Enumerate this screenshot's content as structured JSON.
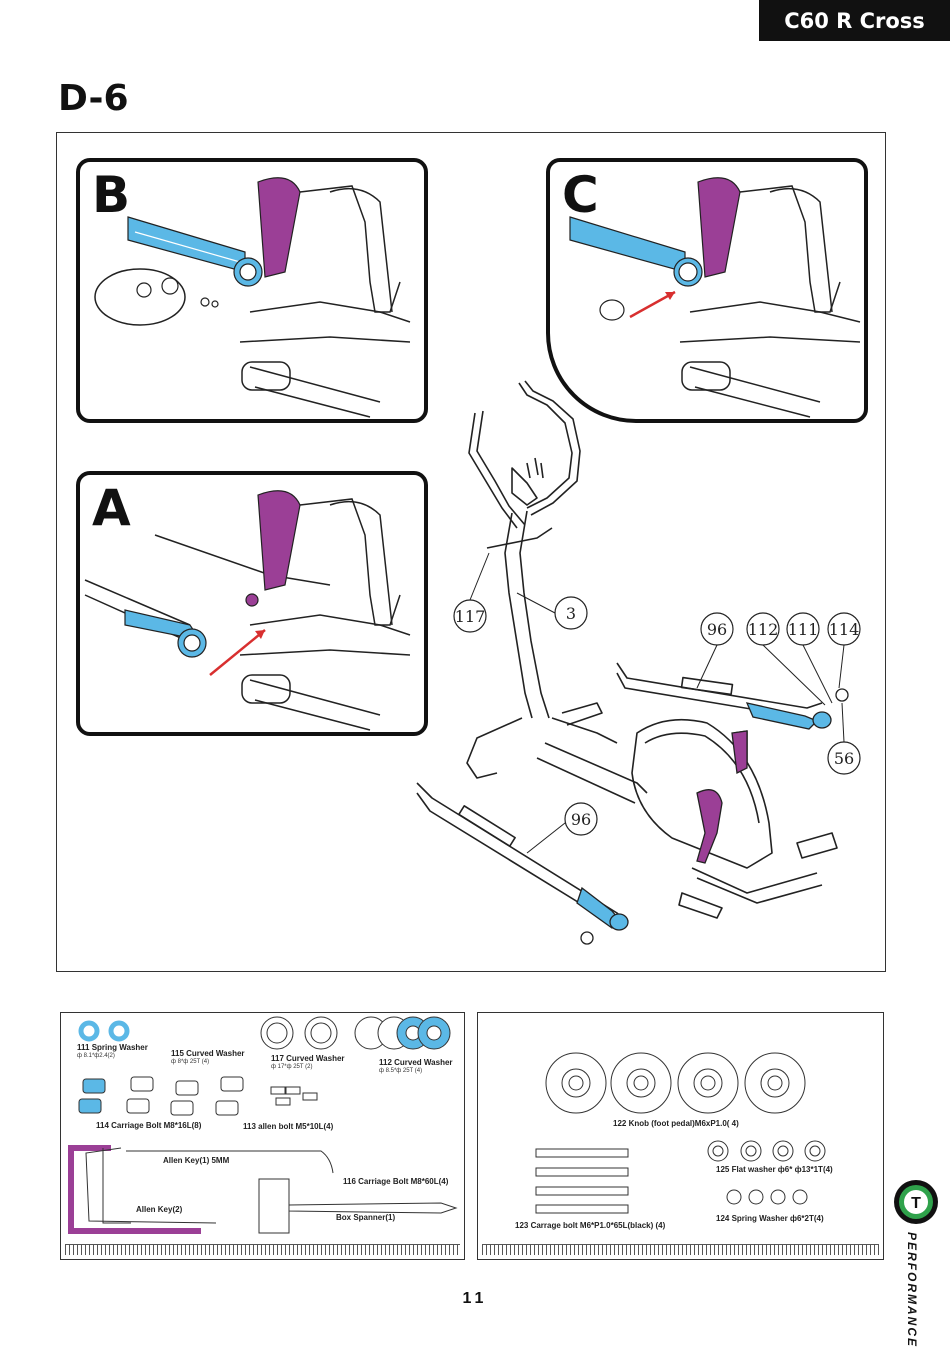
{
  "header": {
    "model": "C60 R Cross",
    "step": "D-6"
  },
  "insets": {
    "b_label": "B",
    "c_label": "C",
    "a_label": "A"
  },
  "callouts": {
    "c117": "117",
    "c3": "3",
    "c96_top": "96",
    "c112": "112",
    "c111": "111",
    "c114": "114",
    "c56": "56",
    "c96_bottom": "96"
  },
  "parts_left": {
    "p111": "111 Spring Washer",
    "p111_spec": "ф 8.1*ф2.4(2)",
    "p115": "115 Curved Washer",
    "p115_spec": "ф 8*ф 25T (4)",
    "p117": "117 Curved Washer",
    "p117_spec": "ф 17*ф 25T (2)",
    "p112": "112 Curved Washer",
    "p112_spec": "ф 8.5*ф 25T (4)",
    "p114": "114 Carriage Bolt  M8*16L(8)",
    "p113": "113 allen bolt  M5*10L(4)",
    "allen_key_5": "Allen Key(1) 5MM",
    "p116": "116 Carriage Bolt  M8*60L(4)",
    "allen_key": "Allen Key(2)",
    "box_spanner": "Box Spanner(1)"
  },
  "parts_right": {
    "p122": "122 Knob (foot pedal)M6xP1.0( 4)",
    "p125": "125 Flat washer  ф6* ф13*1T(4)",
    "p124": "124 Spring Washer  ф6*2T(4)",
    "p123": "123 Carrage bolt M6*P1.0*65L(black) (4)"
  },
  "footer": {
    "page": "11",
    "brand": "PERFORMANCE",
    "brand_mark": "T"
  },
  "colors": {
    "blue": "#5bb8e6",
    "purple": "#9b3f96",
    "dark": "#111111"
  }
}
